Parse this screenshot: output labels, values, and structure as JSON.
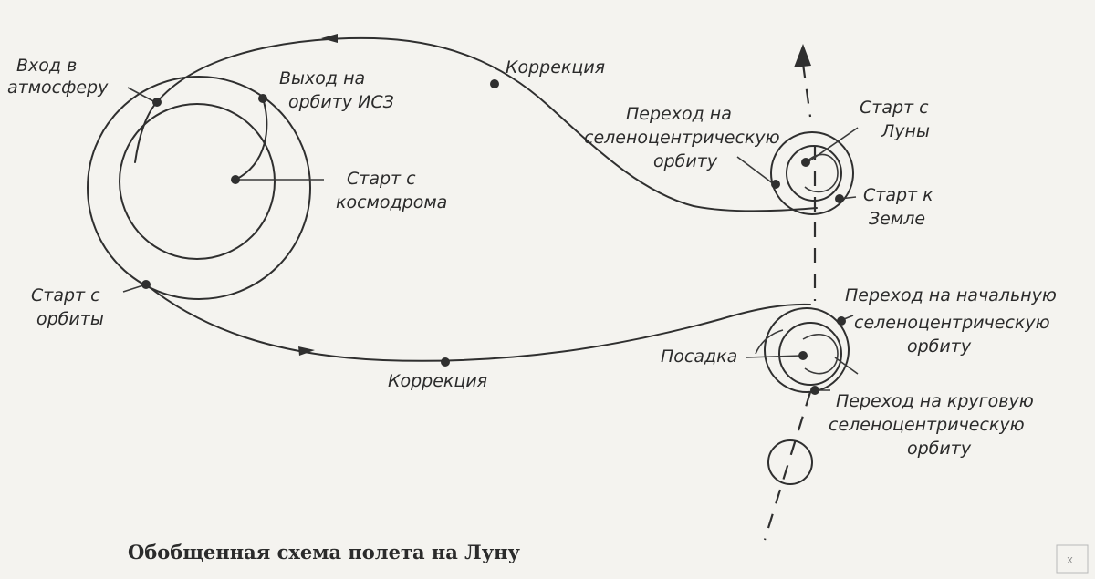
{
  "caption": "Обобщенная схема полета на Луну",
  "labels": {
    "atmosphere_entry": [
      "Вход в",
      "атмосферу"
    ],
    "orbit_iss": [
      "Выход на",
      "орбиту ИСЗ"
    ],
    "correction_top": "Коррекция",
    "cosmodrome_start": [
      "Старт с",
      "космодрома"
    ],
    "orbit_start": [
      "Старт с",
      "орбиты"
    ],
    "correction_bottom": "Коррекция",
    "selenocentric_transfer": [
      "Переход на",
      "селеноцентрическую",
      "орбиту"
    ],
    "moon_start": [
      "Старт с",
      "Луны"
    ],
    "earth_start": [
      "Старт к",
      "Земле"
    ],
    "initial_selenocentric": [
      "Переход на начальную",
      "селеноцентрическую",
      "орбиту"
    ],
    "landing": "Посадка",
    "circular_selenocentric": [
      "Переход на круговую",
      "селеноцентрическую",
      "орбиту"
    ]
  },
  "watermark": "Х"
}
